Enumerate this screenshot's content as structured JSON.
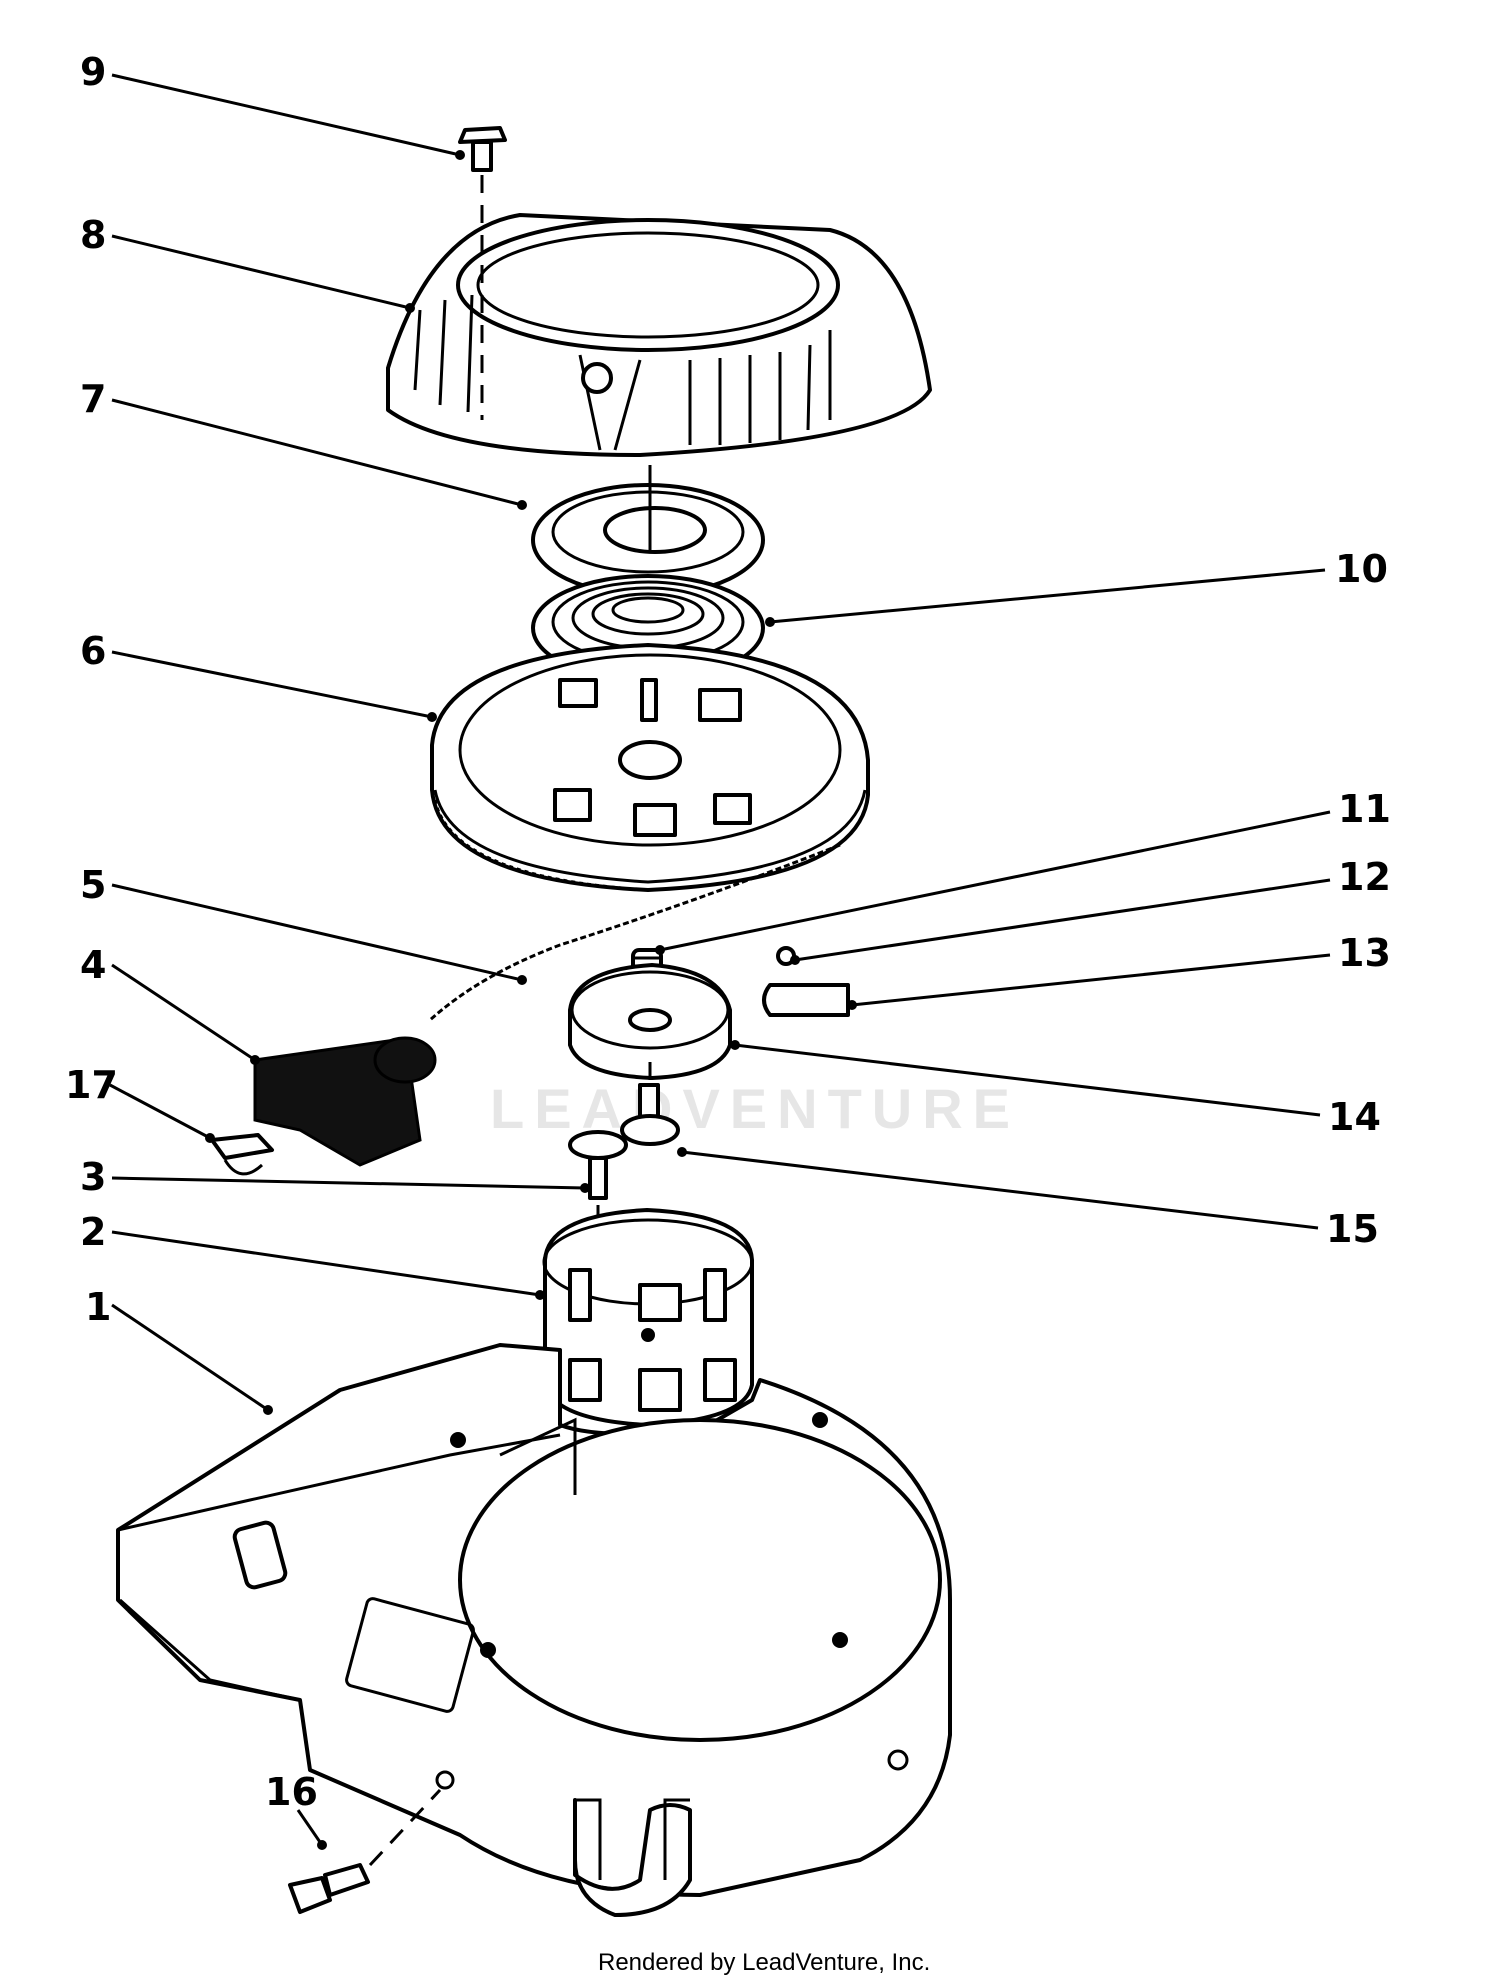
{
  "watermark": "LEADVENTURE",
  "credit": "Rendered by LeadVenture, Inc.",
  "callouts": [
    "1",
    "2",
    "3",
    "4",
    "5",
    "6",
    "7",
    "8",
    "9",
    "10",
    "11",
    "12",
    "13",
    "14",
    "15",
    "16",
    "17"
  ]
}
